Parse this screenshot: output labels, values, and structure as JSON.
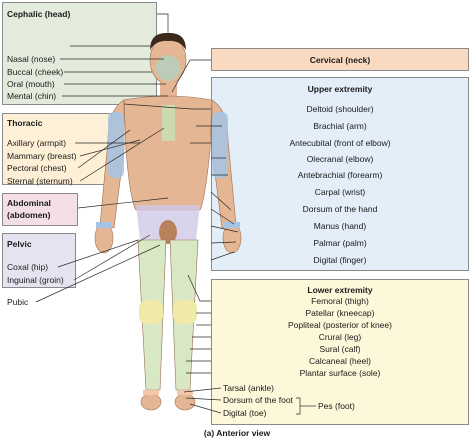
{
  "cephalic": {
    "title": "Cephalic (head)",
    "items": [
      "Nasal (nose)",
      "Buccal (cheek)",
      "Oral (mouth)",
      "Mental (chin)"
    ]
  },
  "cervical": {
    "title": "Cervical (neck)"
  },
  "upper": {
    "title": "Upper extremity",
    "items": [
      "Deltoid (shoulder)",
      "Brachial (arm)",
      "Antecubital (front of elbow)",
      "Olecranal (elbow)",
      "Antebrachial (forearm)",
      "Carpal (wrist)",
      "Dorsum of the hand",
      "Manus (hand)",
      "Palmar (palm)",
      "Digital (finger)"
    ]
  },
  "thoracic": {
    "title": "Thoracic",
    "items": [
      "Axillary (armpit)",
      "Mammary (breast)",
      "Pectoral (chest)",
      "Sternal (sternum)"
    ]
  },
  "abdominal": {
    "title1": "Abdominal",
    "title2": "(abdomen)"
  },
  "pelvic": {
    "title": "Pelvic",
    "items": [
      "Coxal (hip)",
      "Inguinal (groin)"
    ]
  },
  "pubic": "Pubic",
  "lower": {
    "title": "Lower extremity",
    "items": [
      "Femoral (thigh)",
      "Patellar (kneecap)",
      "Popliteal (posterior of knee)",
      "Crural (leg)",
      "Sural (calf)",
      "Calcaneal (heel)",
      "Plantar surface (sole)",
      "Tarsal (ankle)",
      "Dorsum of the foot",
      "Digital (toe)"
    ]
  },
  "pes": "Pes (foot)",
  "caption": "(a) Anterior view",
  "colors": {
    "cephalic_box": "#e3ebdc",
    "cervical_box": "#f9d9bf",
    "upper_box": "#e3eef8",
    "thoracic_box": "#fdf0d6",
    "abdominal_box": "#f3dfe5",
    "pelvic_box": "#e6e3f1",
    "lower_box": "#fdf8d9",
    "leader": "#2a2a2a"
  }
}
